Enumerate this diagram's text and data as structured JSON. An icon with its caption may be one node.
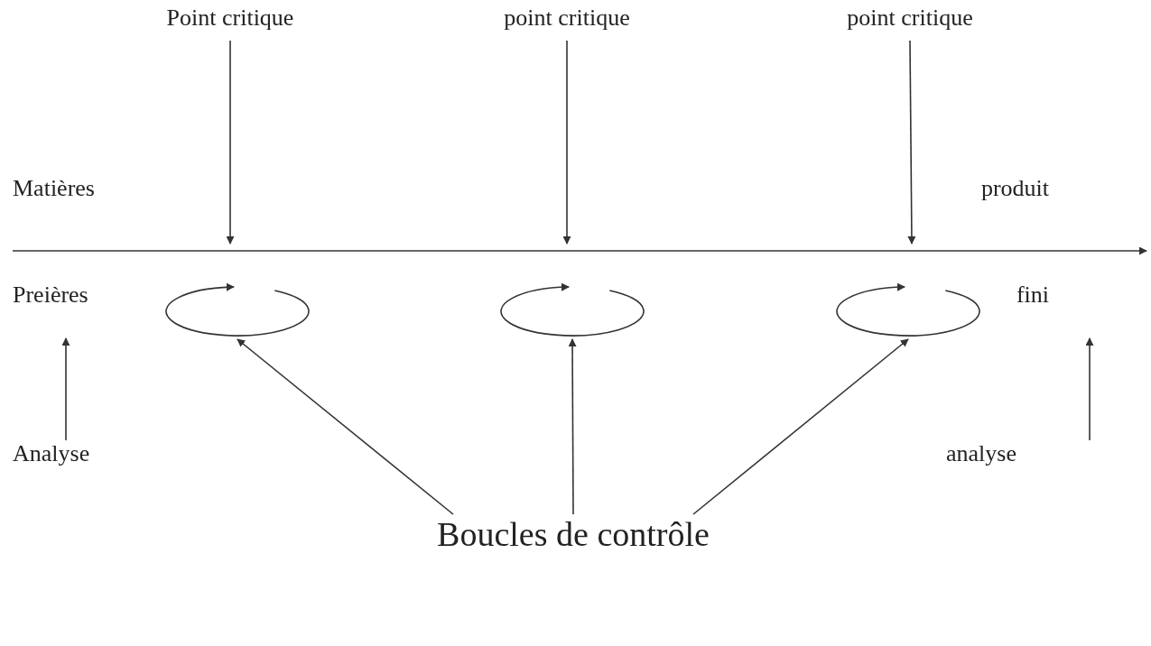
{
  "diagram": {
    "nodes": [
      {
        "text": [
          "Point critique"
        ]
      },
      {
        "text": [
          "point critique"
        ]
      },
      {
        "text": [
          "point critique"
        ]
      },
      {
        "text": [
          "Matières Preières"
        ]
      },
      {
        "text": [
          "produit fini"
        ]
      },
      {
        "text": [
          "Analyse"
        ]
      },
      {
        "text": [
          "analyse"
        ]
      },
      {
        "text": [],
        "shape": "circle"
      },
      {
        "text": [],
        "shape": "circle"
      },
      {
        "text": [],
        "shape": "circle"
      },
      {
        "text": [
          "Boucles de contrôle"
        ]
      }
    ],
    "edges": [
      {
        "from": 0,
        "to": null,
        "arrow": "to"
      },
      {
        "from": 1,
        "to": null,
        "arrow": "to"
      },
      {
        "from": 2,
        "to": null,
        "arrow": "to"
      },
      {
        "from": 3,
        "to": 4,
        "arrow": "to"
      },
      {
        "from": 5,
        "to": 3,
        "arrow": "to"
      },
      {
        "from": 6,
        "to": 4,
        "arrow": "to"
      },
      {
        "from": 10,
        "to": 7,
        "arrow": "to"
      },
      {
        "from": 10,
        "to": 8,
        "arrow": "to"
      },
      {
        "from": 10,
        "to": 9,
        "arrow": "to"
      }
    ]
  }
}
